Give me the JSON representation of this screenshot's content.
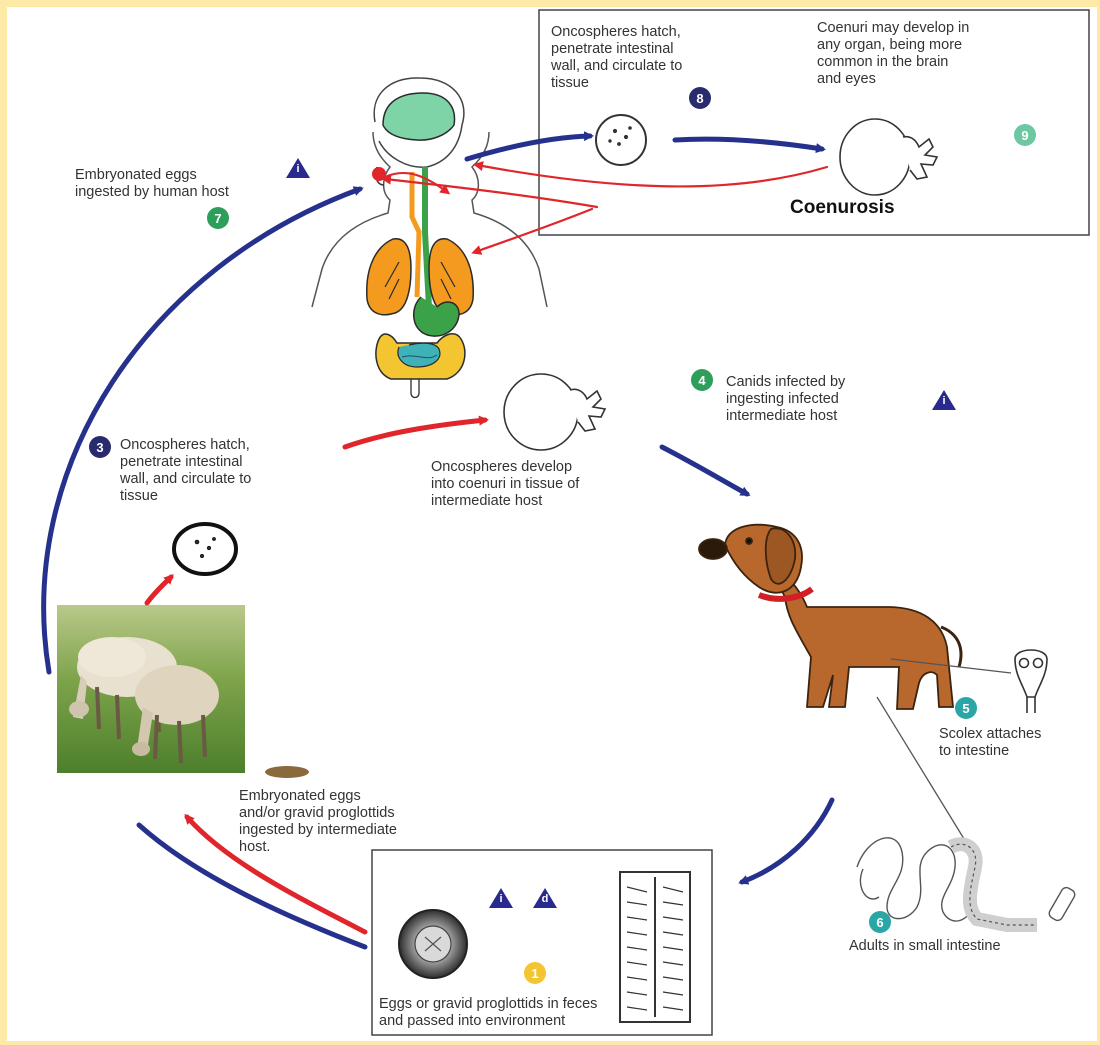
{
  "colors": {
    "background": "#fdeaa6",
    "arrow_blue": "#25318c",
    "arrow_red": "#e0252b",
    "badge_navy": "#2a2a6e",
    "badge_green": "#2e9e5b",
    "badge_teal": "#2aa6a6",
    "badge_light_green": "#6cc7a2",
    "badge_yellow": "#f2c531",
    "lung_orange": "#f39a1f",
    "gut_green": "#3ba24a",
    "dog_brown": "#b8682c"
  },
  "diagram": {
    "title": "Coenurosis",
    "steps": {
      "s1": {
        "number": "1",
        "text": "Eggs or gravid proglottids in feces\nand passed into environment"
      },
      "s3": {
        "number": "3",
        "text": "Oncospheres hatch,\npenetrate intestinal\nwall, and circulate to\ntissue"
      },
      "s4": {
        "number": "4",
        "text": "Canids infected by\ningesting infected\nintermediate host"
      },
      "s5": {
        "number": "5",
        "text": "Scolex attaches\nto intestine"
      },
      "s6": {
        "number": "6",
        "text": "Adults in small intestine"
      },
      "s7": {
        "number": "7",
        "text": "Embryonated eggs\ningested by human host"
      },
      "s8": {
        "number": "8",
        "text": "Oncospheres hatch,\npenetrate intestinal\nwall, and circulate to\ntissue"
      },
      "s9": {
        "number": "9",
        "text": "Coenuri may develop in\nany organ, being more\ncommon in the brain\nand eyes"
      }
    },
    "labels": {
      "coenuri_develop": "Oncospheres develop\ninto coenuri in tissue of\nintermediate host",
      "eggs_ingested": "Embryonated eggs\nand/or gravid proglottids\ningested by intermediate\nhost."
    },
    "stage_markers": {
      "infective": "i",
      "diagnostic": "d"
    },
    "icons": [
      "human-host-icon",
      "sheep-photo",
      "dog-icon",
      "coenurus-cyst-icon",
      "oncosphere-icon",
      "egg-icon",
      "proglottid-icon",
      "scolex-icon",
      "adult-worm-icon",
      "feces-icon"
    ]
  }
}
